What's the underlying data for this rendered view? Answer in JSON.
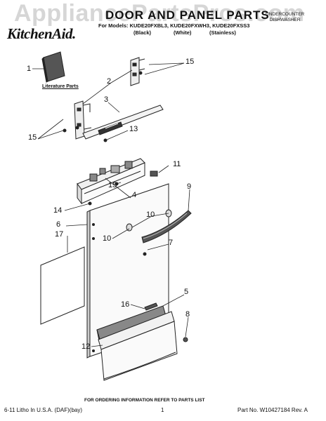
{
  "header": {
    "watermark": "AppliancePartsPros.com",
    "brand": "KitchenAid.",
    "title": "DOOR AND PANEL PARTS",
    "subtitle_line1": "UNDERCOUNTER",
    "subtitle_line2": "DISHWASHER",
    "models": "For Models: KUDE20FXBL3, KUDE20FXWH3, KUDE20FXSS3",
    "variants": [
      "(Black)",
      "(White)",
      "(Stainless)"
    ]
  },
  "callouts": [
    "1",
    "2",
    "3",
    "15",
    "15",
    "13",
    "11",
    "15",
    "4",
    "14",
    "9",
    "6",
    "10",
    "17",
    "10",
    "7",
    "5",
    "16",
    "8",
    "12"
  ],
  "literature_label": "Literature Parts",
  "order_note": "FOR ORDERING INFORMATION REFER TO PARTS LIST",
  "footer": {
    "left": "6-11 Litho In U.S.A. (DAF)(bay)",
    "center": "1",
    "right": "Part No. W10427184 Rev. A"
  }
}
